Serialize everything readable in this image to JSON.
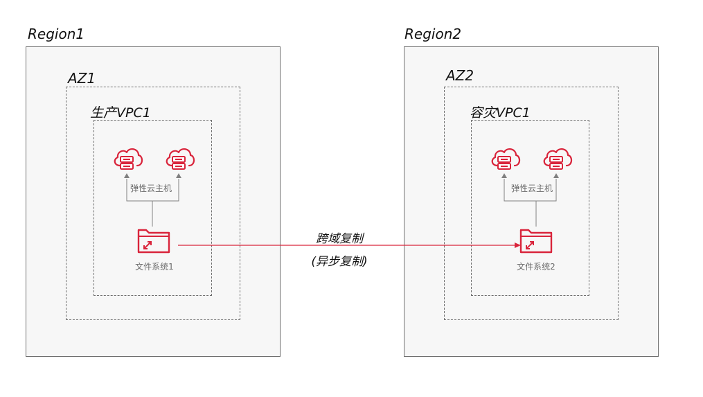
{
  "regions": [
    {
      "label": "Region1",
      "az": {
        "label": "AZ1",
        "vpc": {
          "label": "生产VPC1",
          "ecs_label": "弹性云主机",
          "fs_label": "文件系统1"
        }
      }
    },
    {
      "label": "Region2",
      "az": {
        "label": "AZ2",
        "vpc": {
          "label": "容灾VPC1",
          "ecs_label": "弹性云主机",
          "fs_label": "文件系统2"
        }
      }
    }
  ],
  "replication": {
    "line1": "跨域复制",
    "line2": "(异步复制)"
  },
  "icons": {
    "ecs": "cloud-server-icon",
    "fs": "file-system-folder-icon"
  },
  "colors": {
    "accent": "#d9243b",
    "connector": "#808080",
    "region_fill": "#f7f7f7"
  }
}
